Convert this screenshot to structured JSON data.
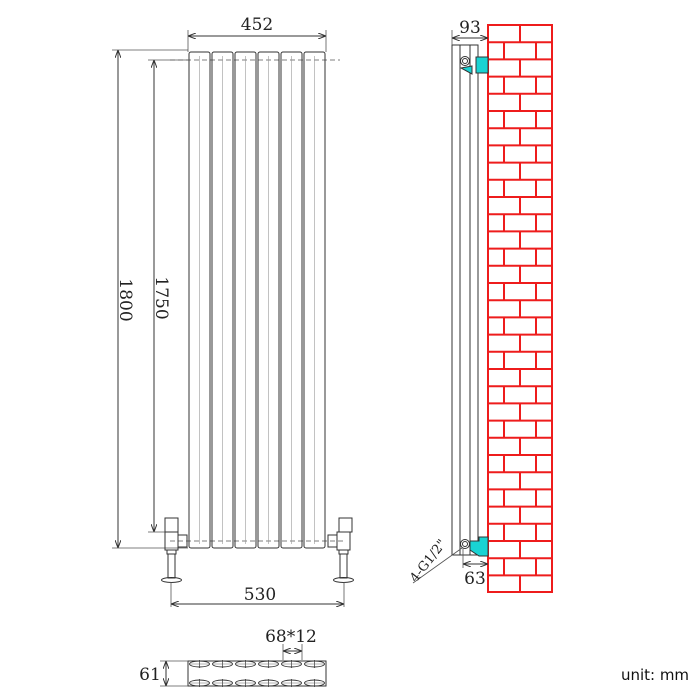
{
  "front_view": {
    "width_label": "452",
    "height_label": "1800",
    "inner_height_label": "1750",
    "pipe_centres_label": "530",
    "columns": 6
  },
  "side_view": {
    "depth_label": "93",
    "wall_gap_label": "63",
    "connection_label": "4-G1/2\""
  },
  "bottom_view": {
    "depth_label": "61",
    "column_label": "68*12"
  },
  "unit_label": "unit: mm",
  "colors": {
    "wall": "#ee1c1c",
    "bracket": "#19d3d3",
    "line": "#333333"
  }
}
